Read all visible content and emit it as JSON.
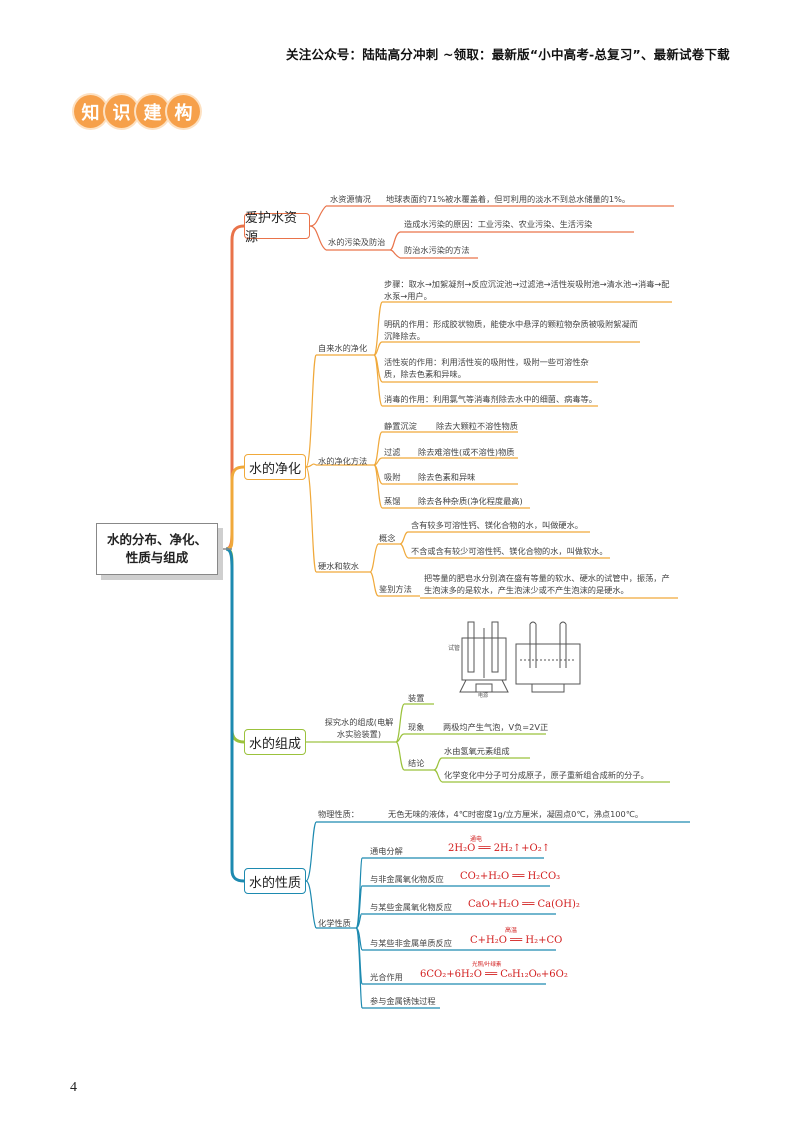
{
  "header": {
    "text": "关注公众号：陆陆高分冲刺 ~领取：最新版“小中高考-总复习”、最新试卷下载"
  },
  "banner": {
    "chars": [
      "知",
      "识",
      "建",
      "构"
    ]
  },
  "root": {
    "line1": "水的分布、净化、",
    "line2": "性质与组成"
  },
  "branches": {
    "protect": {
      "label": "爱护水资源",
      "status": {
        "label": "水资源情况",
        "text": "地球表面约71%被水覆盖着，但可利用的淡水不到总水储量的1%。"
      },
      "pollution": {
        "label": "水的污染及防治",
        "causes": "造成水污染的原因：工业污染、农业污染、生活污染",
        "prevent": "防治水污染的方法"
      }
    },
    "purify": {
      "label": "水的净化",
      "tap": {
        "label": "自来水的净化",
        "steps": "步骤：取水→加絮凝剂→反应沉淀池→过滤池→活性炭吸附池→清水池→消毒→配水泵→用户。",
        "alum": "明矾的作用：形成胶状物质，能使水中悬浮的颗粒物杂质被吸附絮凝而沉降除去。",
        "carbon": "活性炭的作用：利用活性炭的吸附性，吸附一些可溶性杂质，除去色素和异味。",
        "disinfect": "消毒的作用：利用氯气等消毒剂除去水中的细菌、病毒等。"
      },
      "methods": {
        "label": "水的净化方法",
        "items": [
          {
            "name": "静置沉淀",
            "desc": "除去大颗粒不溶性物质"
          },
          {
            "name": "过滤",
            "desc": "除去难溶性(或不溶性)物质"
          },
          {
            "name": "吸附",
            "desc": "除去色素和异味"
          },
          {
            "name": "蒸馏",
            "desc": "除去各种杂质(净化程度最高)"
          }
        ]
      },
      "hardsoft": {
        "label": "硬水和软水",
        "concept": "概念",
        "hard": "含有较多可溶性钙、镁化合物的水，叫做硬水。",
        "soft": "不含或含有较少可溶性钙、镁化合物的水，叫做软水。",
        "identify_label": "鉴别方法",
        "identify": "把等量的肥皂水分别滴在盛有等量的软水、硬水的试管中，振荡，产生泡沫多的是软水，产生泡沫少或不产生泡沫的是硬水。"
      }
    },
    "composition": {
      "label": "水的组成",
      "explore": "探究水的组成(电解水实验装置)",
      "device": "装置",
      "phenomenon": "现象",
      "phenomenon_text": "两极均产生气泡，V负=2V正",
      "conclusion": "结论",
      "conclusion1": "水由氢氧元素组成",
      "conclusion2": "化学变化中分子可分成原子，原子重新组合成新的分子。",
      "diagram_labels": {
        "l1": "试管",
        "l2": "电源"
      }
    },
    "properties": {
      "label": "水的性质",
      "physical": {
        "label": "物理性质：",
        "text": "无色无味的液体，4℃时密度1g/立方厘米，凝固点0℃，沸点100℃。"
      },
      "chemical": {
        "label": "化学性质",
        "items": [
          {
            "name": "通电分解",
            "formula": "2H₂O ══ 2H₂↑+O₂↑",
            "cond": "通电"
          },
          {
            "name": "与非金属氧化物反应",
            "formula": "CO₂+H₂O ══ H₂CO₃",
            "cond": ""
          },
          {
            "name": "与某些金属氧化物反应",
            "formula": "CaO+H₂O ══ Ca(OH)₂",
            "cond": ""
          },
          {
            "name": "与某些非金属单质反应",
            "formula": "C+H₂O ══ H₂+CO",
            "cond": "高温"
          },
          {
            "name": "光合作用",
            "formula": "6CO₂+6H₂O ══ C₆H₁₂O₆+6O₂",
            "cond": "光照/叶绿素"
          },
          {
            "name": "参与金属锈蚀过程",
            "formula": "",
            "cond": ""
          }
        ]
      }
    }
  },
  "page_number": "4",
  "colors": {
    "protect": "#e9734a",
    "purify": "#f0a93b",
    "composition": "#9bc23c",
    "properties": "#1d8ab0",
    "formula": "#d21f1f"
  }
}
